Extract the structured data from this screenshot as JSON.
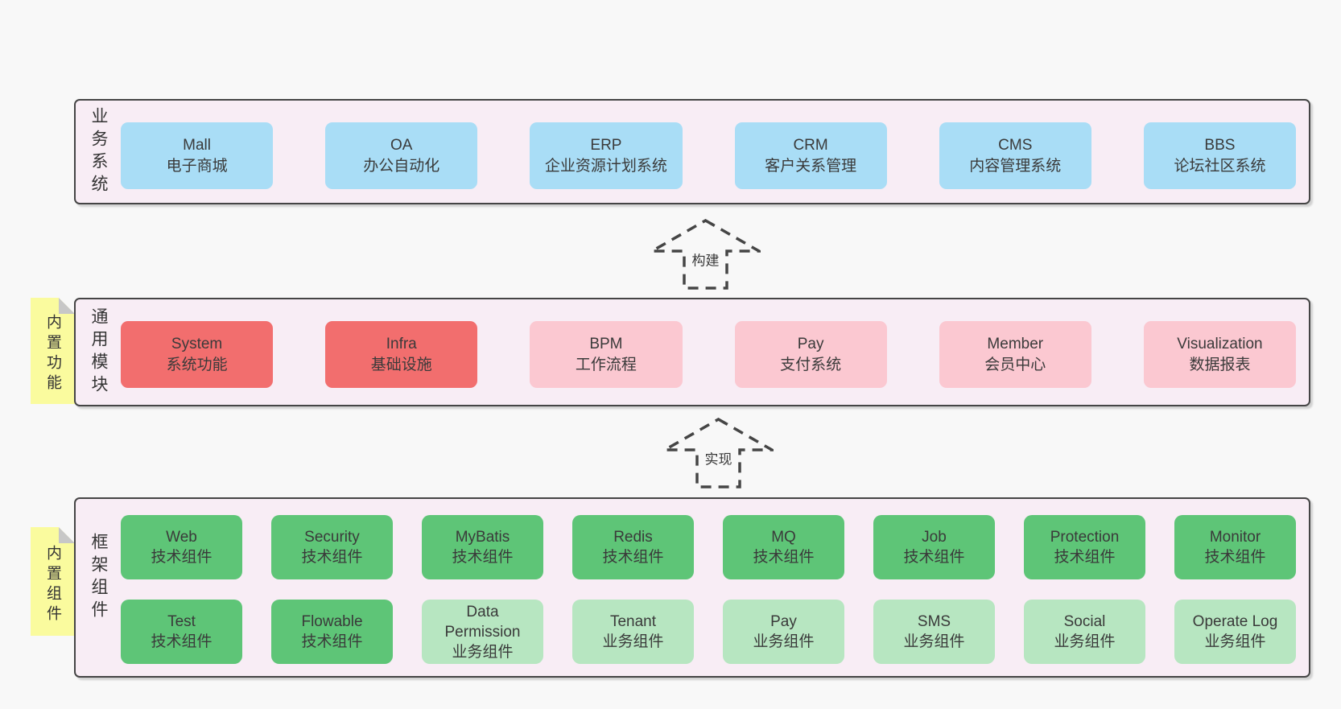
{
  "colors": {
    "page_bg": "#f8f8f8",
    "band_bg": "#f8edf5",
    "line": "#454545",
    "blue": "#a9ddf6",
    "red": "#f26e6e",
    "pink": "#fbc8d1",
    "green_dark": "#5ec577",
    "green_light": "#b7e6c1",
    "note_yellow": "#fafb9e",
    "fold_gray": "#c7c7c7"
  },
  "bands": [
    {
      "label": "业务系统",
      "boxes": [
        {
          "name": "Mall",
          "desc": "电子商城"
        },
        {
          "name": "OA",
          "desc": "办公自动化"
        },
        {
          "name": "ERP",
          "desc": "企业资源计划系统"
        },
        {
          "name": "CRM",
          "desc": "客户关系管理"
        },
        {
          "name": "CMS",
          "desc": "内容管理系统"
        },
        {
          "name": "BBS",
          "desc": "论坛社区系统"
        }
      ]
    },
    {
      "label": "通用模块",
      "note": "内置功能",
      "boxes": [
        {
          "name": "System",
          "desc": "系统功能"
        },
        {
          "name": "Infra",
          "desc": "基础设施"
        },
        {
          "name": "BPM",
          "desc": "工作流程"
        },
        {
          "name": "Pay",
          "desc": "支付系统"
        },
        {
          "name": "Member",
          "desc": "会员中心"
        },
        {
          "name": "Visualization",
          "desc": "数据报表"
        }
      ]
    },
    {
      "label": "框架组件",
      "note": "内置组件",
      "rows": [
        [
          {
            "name": "Web",
            "desc": "技术组件"
          },
          {
            "name": "Security",
            "desc": "技术组件"
          },
          {
            "name": "MyBatis",
            "desc": "技术组件"
          },
          {
            "name": "Redis",
            "desc": "技术组件"
          },
          {
            "name": "MQ",
            "desc": "技术组件"
          },
          {
            "name": "Job",
            "desc": "技术组件"
          },
          {
            "name": "Protection",
            "desc": "技术组件"
          },
          {
            "name": "Monitor",
            "desc": "技术组件"
          }
        ],
        [
          {
            "name": "Test",
            "desc": "技术组件"
          },
          {
            "name": "Flowable",
            "desc": "技术组件"
          },
          {
            "name": "Data Permission",
            "desc": "业务组件"
          },
          {
            "name": "Tenant",
            "desc": "业务组件"
          },
          {
            "name": "Pay",
            "desc": "业务组件"
          },
          {
            "name": "SMS",
            "desc": "业务组件"
          },
          {
            "name": "Social",
            "desc": "业务组件"
          },
          {
            "name": "Operate Log",
            "desc": "业务组件"
          }
        ]
      ]
    }
  ],
  "arrows": [
    {
      "label": "构建"
    },
    {
      "label": "实现"
    }
  ]
}
